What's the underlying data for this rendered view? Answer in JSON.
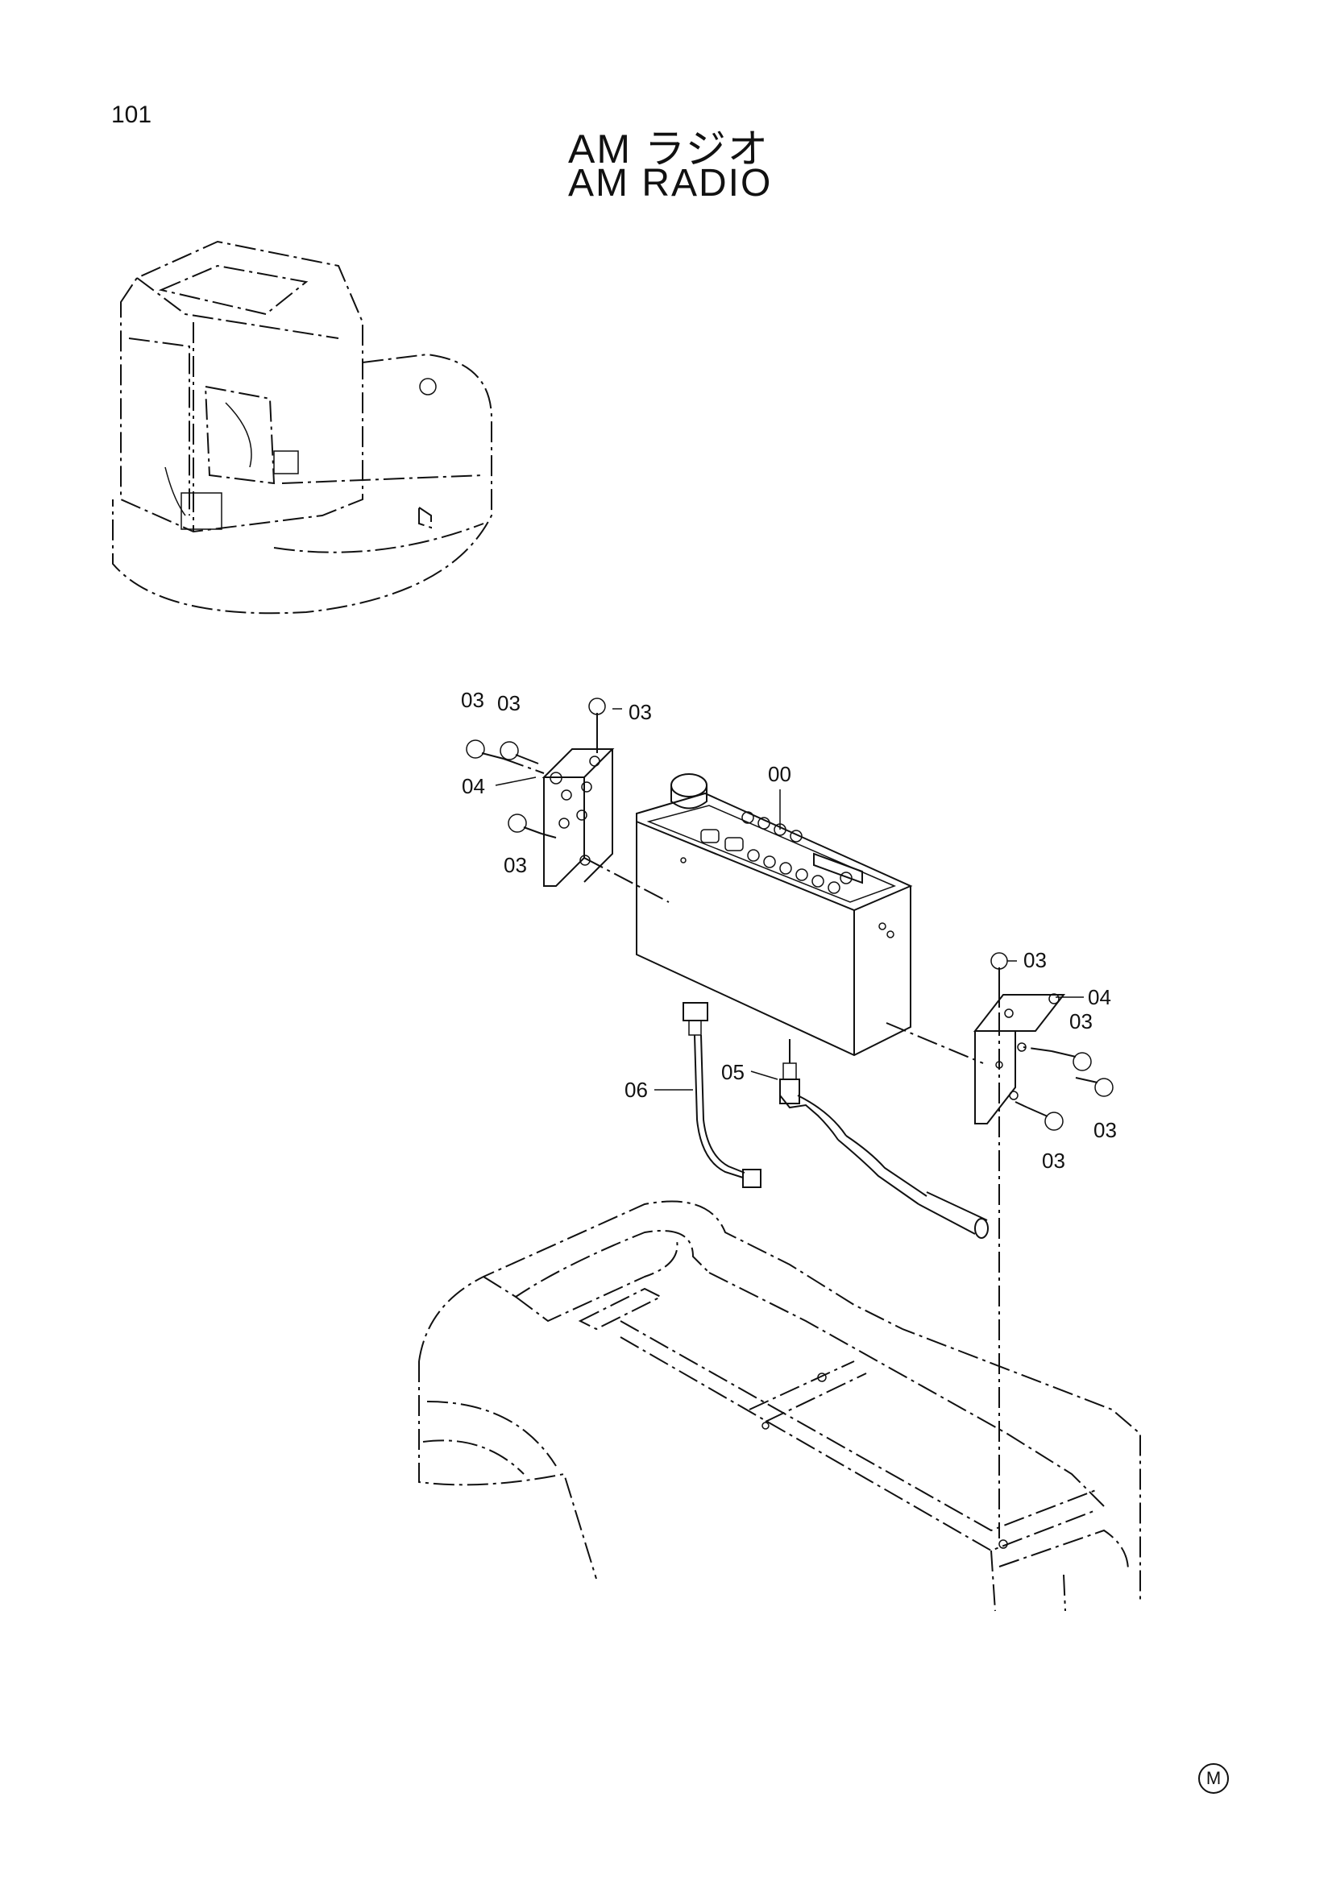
{
  "page_number": "101",
  "title_jp": "AM ラジオ",
  "title_en": "AM RADIO",
  "mark": "M",
  "callouts": [
    {
      "key": "c1",
      "text": "03"
    },
    {
      "key": "c2",
      "text": "03"
    },
    {
      "key": "c3",
      "text": "03"
    },
    {
      "key": "c4",
      "text": "04"
    },
    {
      "key": "c5",
      "text": "03"
    },
    {
      "key": "c6",
      "text": "00"
    },
    {
      "key": "c7",
      "text": "03"
    },
    {
      "key": "c8",
      "text": "04"
    },
    {
      "key": "c9",
      "text": "03"
    },
    {
      "key": "c10",
      "text": "05"
    },
    {
      "key": "c11",
      "text": "06"
    },
    {
      "key": "c12",
      "text": "03"
    },
    {
      "key": "c13",
      "text": "03"
    }
  ]
}
